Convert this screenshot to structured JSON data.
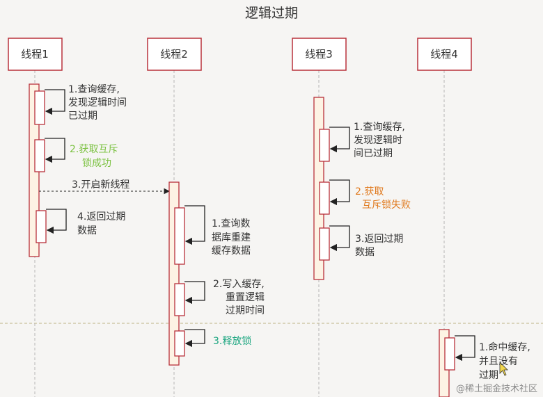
{
  "title": "逻辑过期",
  "threads": [
    {
      "name": "线程1"
    },
    {
      "name": "线程2"
    },
    {
      "name": "线程3"
    },
    {
      "name": "线程4"
    }
  ],
  "thread1": {
    "step1": [
      "1.查询缓存,",
      "发现逻辑时间",
      "已过期"
    ],
    "step2": [
      "2.获取互斥",
      "锁成功"
    ],
    "step3": "3.开启新线程",
    "step4": [
      "4.返回过期",
      "数据"
    ]
  },
  "thread2": {
    "step1": [
      "1.查询数",
      "据库重建",
      "缓存数据"
    ],
    "step2": [
      "2.写入缓存,",
      "重置逻辑",
      "过期时间"
    ],
    "step3": "3.释放锁"
  },
  "thread3": {
    "step1": [
      "1.查询缓存,",
      "发现逻辑时",
      "间已过期"
    ],
    "step2": [
      "2.获取",
      "互斥锁失败"
    ],
    "step3": [
      "3.返回过期",
      "数据"
    ]
  },
  "thread4": {
    "step1": [
      "1.命中缓存,",
      "并且没有",
      "过期"
    ]
  },
  "watermark": "@稀土掘金技术社区",
  "colors": {
    "box_border": "#b8313b",
    "activation_fill": "#fdf3e4",
    "success_green": "#7cc242",
    "release_green": "#1aa57f",
    "fail_orange": "#e07a1f",
    "text": "#333333",
    "dashed_divider": "#c9c09a"
  }
}
